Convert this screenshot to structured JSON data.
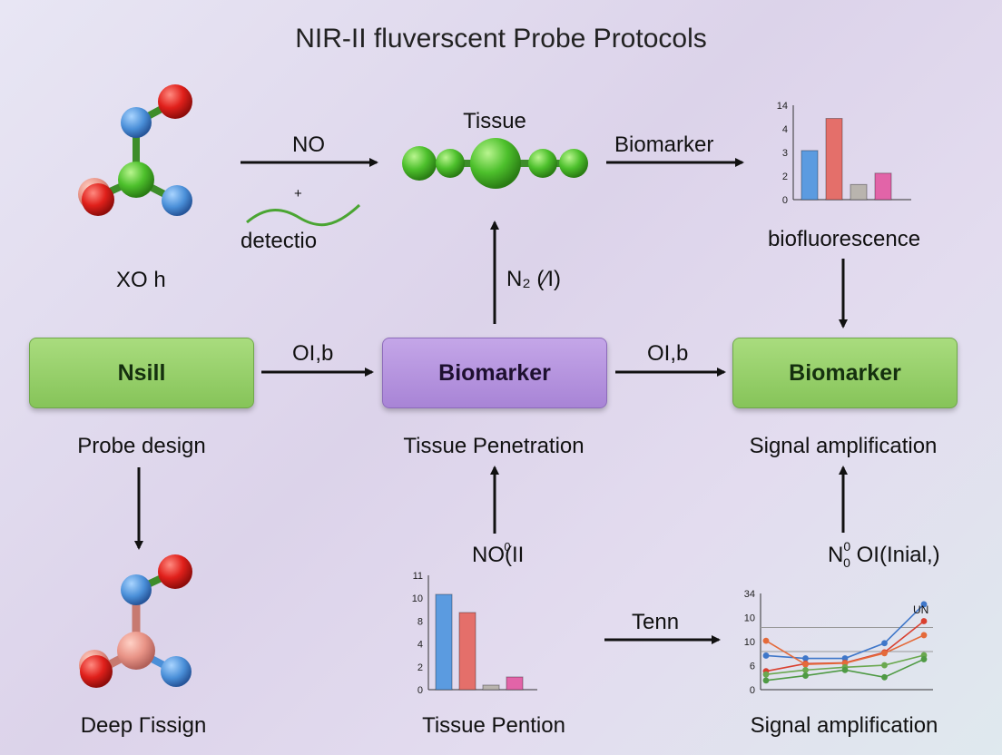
{
  "title": "NIR-II fluverscent Probe Protocols",
  "labels": {
    "xo": "XO h",
    "tissue_top": "Tissue",
    "no_arrow": "NO",
    "plus": "+",
    "detectio": "detectio",
    "biomarker_arrow": "Biomarker",
    "biofluorescence": "biofluorescence",
    "n2": "N₂ (∕I)",
    "oi_b_left": "OI,b",
    "oi_b_right": "OI,b",
    "probe_design": "Probe design",
    "tissue_penetration": "Tissue Penetration",
    "signal_amp_mid": "Signal amplification",
    "no_ii": "NO(II",
    "no_sup": "0",
    "n0": "N",
    "n0_sup": "0",
    "n0_sub": "0",
    "n0_rest": "OI(Inial,)",
    "tenn": "Tenn",
    "deep_tissign": "Deep Γissign",
    "tissue_pention": "Tissue Pention",
    "signal_amp_bottom": "Signal amplification"
  },
  "boxes": {
    "nsill": "Nsill",
    "biomarker_mid": "Biomarker",
    "biomarker_right": "Biomarker"
  },
  "chart_data": [
    {
      "type": "bar",
      "yticks": [
        "14",
        "4",
        "3",
        "2",
        "0"
      ],
      "values": [
        2.6,
        4.3,
        0.8,
        1.4
      ],
      "colors": [
        "#5b9be0",
        "#e46f6a",
        "#b9b4ae",
        "#e264a8"
      ]
    },
    {
      "type": "bar",
      "yticks": [
        "11",
        "10",
        "8",
        "4",
        "2",
        "0"
      ],
      "values": [
        10.5,
        8.5,
        0.5,
        1.4
      ],
      "colors": [
        "#5b9be0",
        "#e46f6a",
        "#b9b4ae",
        "#e264a8"
      ]
    },
    {
      "type": "line",
      "yticks": [
        "34",
        "10",
        "10",
        "6",
        "0"
      ],
      "annotation": "UN",
      "series": [
        {
          "color": "#3f77c9",
          "values": [
            8.5,
            7.8,
            7.8,
            11.6,
            21.3
          ]
        },
        {
          "color": "#d9402f",
          "values": [
            4.6,
            6.5,
            6.7,
            9.3,
            17.1
          ]
        },
        {
          "color": "#e46a3a",
          "values": [
            12.2,
            6.3,
            6.6,
            9.1,
            13.6
          ]
        },
        {
          "color": "#6aa84f",
          "values": [
            3.8,
            4.9,
            5.6,
            6.1,
            8.6
          ]
        },
        {
          "color": "#4f9a44",
          "values": [
            2.3,
            3.5,
            4.9,
            3.1,
            7.6
          ]
        }
      ]
    }
  ]
}
